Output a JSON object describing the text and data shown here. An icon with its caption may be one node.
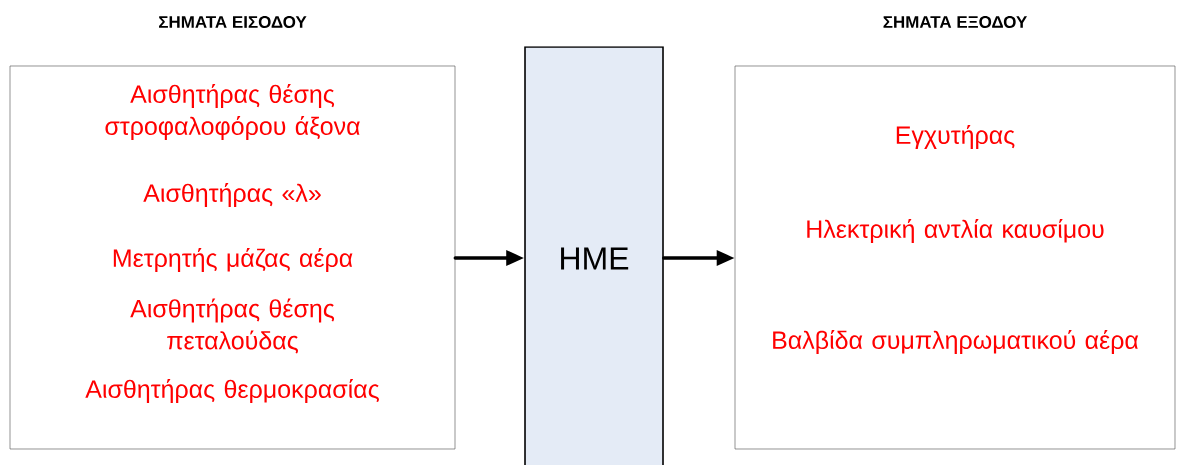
{
  "diagram": {
    "nodes": [
      {
        "text": [
          "ΣΗΜΑΤΑ ΕΙΣΟΔΟΥ",
          "Αισθητήρας θέσης στροφαλοφόρου άξονα",
          "Αισθητήρας «λ»",
          "Μετρητής μάζας αέρα",
          "Αισθητήρας θέσης πεταλούδας",
          "Αισθητήρας θερμοκρασίας"
        ]
      },
      {
        "text": [
          "HME"
        ]
      },
      {
        "text": [
          "ΣΗΜΑΤΑ ΕΞΟΔΟΥ",
          "Εγχυτήρας",
          "Ηλεκτρική αντλία καυσίμου",
          "Βαλβίδα συμπληρωματικού αέρα"
        ]
      }
    ],
    "edges": [
      {
        "from": 0,
        "to": 1,
        "arrow": "to"
      },
      {
        "from": 1,
        "to": 2,
        "arrow": "to"
      }
    ]
  }
}
